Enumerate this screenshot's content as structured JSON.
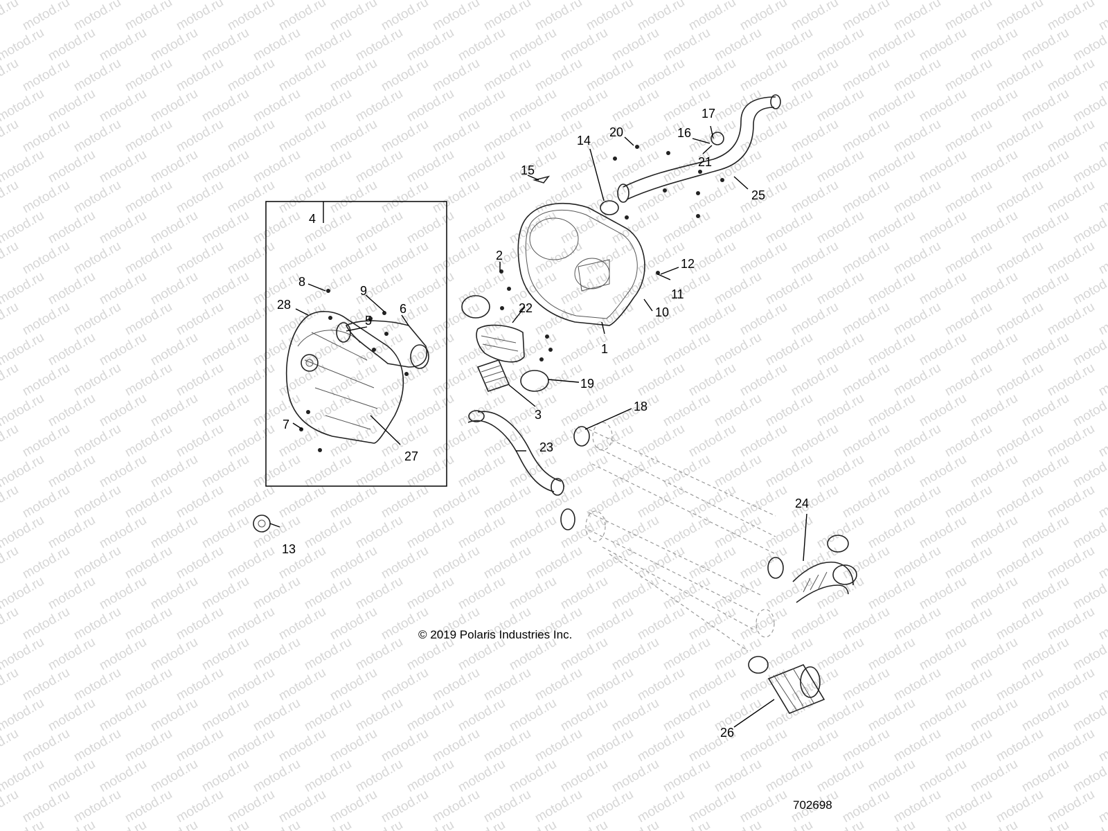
{
  "diagram": {
    "watermark_text": "motod.ru",
    "copyright": "© 2019 Polaris Industries Inc.",
    "figure_number": "702698",
    "callouts": {
      "c1": "1",
      "c2": "2",
      "c3": "3",
      "c4": "4",
      "c5": "5",
      "c6": "6",
      "c7": "7",
      "c8": "8",
      "c9": "9",
      "c10": "10",
      "c11": "11",
      "c12": "12",
      "c13": "13",
      "c14": "14",
      "c15": "15",
      "c16": "16",
      "c17": "17",
      "c18": "18",
      "c19": "19",
      "c20": "20",
      "c21": "21",
      "c22": "22",
      "c23": "23",
      "c24": "24",
      "c25": "25",
      "c26": "26",
      "c27": "27",
      "c28": "28"
    }
  }
}
